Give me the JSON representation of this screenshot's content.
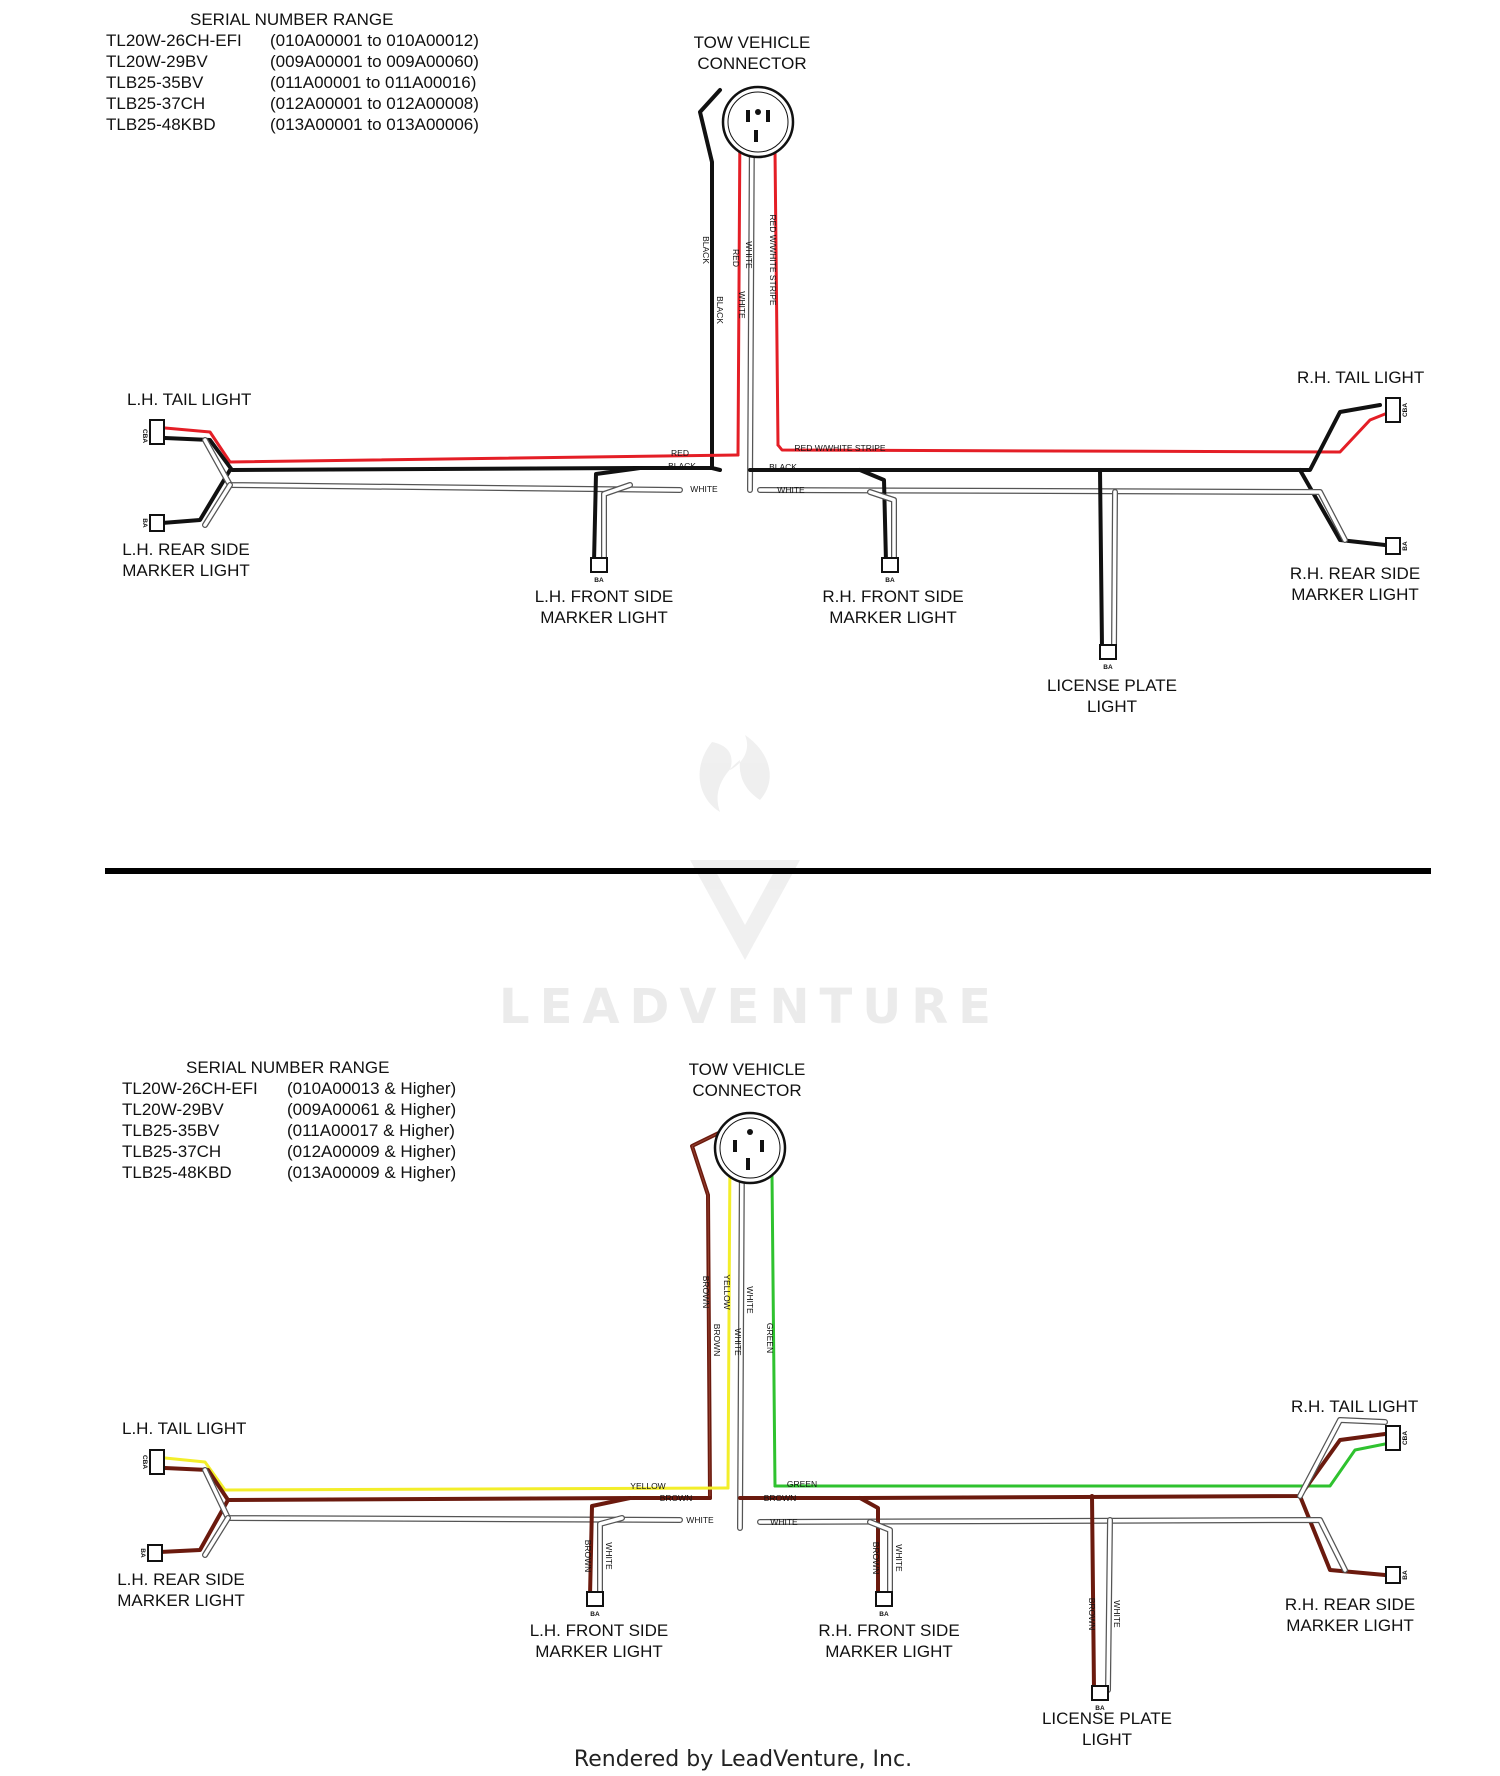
{
  "diagrams": [
    {
      "serial_heading": "SERIAL NUMBER RANGE",
      "serials": [
        {
          "model": "TL20W-26CH-EFI",
          "range": "(010A00001 to 010A00012)"
        },
        {
          "model": "TL20W-29BV",
          "range": "(009A00001 to 009A00060)"
        },
        {
          "model": "TLB25-35BV",
          "range": "(011A00001 to 011A00016)"
        },
        {
          "model": "TLB25-37CH",
          "range": "(012A00001 to 012A00008)"
        },
        {
          "model": "TLB25-48KBD",
          "range": "(013A00001 to 013A00006)"
        }
      ],
      "connector": [
        "TOW VEHICLE",
        "CONNECTOR"
      ],
      "lh_tail": "L.H. TAIL LIGHT",
      "lh_rear": [
        "L.H. REAR SIDE",
        "MARKER LIGHT"
      ],
      "lh_front": [
        "L.H. FRONT SIDE",
        "MARKER LIGHT"
      ],
      "rh_front": [
        "R.H. FRONT SIDE",
        "MARKER LIGHT"
      ],
      "rh_tail": "R.H. TAIL LIGHT",
      "rh_rear": [
        "R.H. REAR SIDE",
        "MARKER LIGHT"
      ],
      "license": [
        "LICENSE PLATE",
        "LIGHT"
      ],
      "wires": {
        "black_v1": "BLACK",
        "black_v2": "BLACK",
        "red_v": "RED",
        "white_v1": "WHITE",
        "white_v2": "WHITE",
        "stripe_v": "RED W/WHITE STRIPE",
        "red_h": "RED",
        "black_h_left": "BLACK",
        "white_h_left": "WHITE",
        "stripe_h": "RED W/WHITE STRIPE",
        "black_h_right": "BLACK",
        "white_h_right": "WHITE"
      },
      "colors": {
        "ground": "#111111",
        "left": "#e41e26",
        "right": "#e41e26",
        "neutral": "#ffffff"
      }
    },
    {
      "serial_heading": "SERIAL NUMBER RANGE",
      "serials": [
        {
          "model": "TL20W-26CH-EFI",
          "range": "(010A00013 & Higher)"
        },
        {
          "model": "TL20W-29BV",
          "range": "(009A00061 & Higher)"
        },
        {
          "model": "TLB25-35BV",
          "range": "(011A00017 & Higher)"
        },
        {
          "model": "TLB25-37CH",
          "range": "(012A00009 & Higher)"
        },
        {
          "model": "TLB25-48KBD",
          "range": "(013A00009 & Higher)"
        }
      ],
      "connector": [
        "TOW VEHICLE",
        "CONNECTOR"
      ],
      "lh_tail": "L.H. TAIL LIGHT",
      "lh_rear": [
        "L.H. REAR SIDE",
        "MARKER LIGHT"
      ],
      "lh_front": [
        "L.H. FRONT SIDE",
        "MARKER LIGHT"
      ],
      "rh_front": [
        "R.H. FRONT SIDE",
        "MARKER LIGHT"
      ],
      "rh_tail": "R.H. TAIL LIGHT",
      "rh_rear": [
        "R.H. REAR SIDE",
        "MARKER LIGHT"
      ],
      "license": [
        "LICENSE PLATE",
        "LIGHT"
      ],
      "wires": {
        "brown_v1": "BROWN",
        "brown_v2": "BROWN",
        "yellow_v": "YELLOW",
        "white_v1": "WHITE",
        "white_v2": "WHITE",
        "green_v": "GREEN",
        "yellow_h": "YELLOW",
        "brown_h_left": "BROWN",
        "white_h_left": "WHITE",
        "green_h": "GREEN",
        "brown_h_right": "BROWN",
        "white_h_right": "WHITE",
        "lhf_brown": "BROWN",
        "lhf_white": "WHITE",
        "rhf_brown": "BROWN",
        "rhf_white": "WHITE",
        "lic_brown": "BROWN",
        "lic_white": "WHITE"
      },
      "colors": {
        "ground": "#6b1a0e",
        "left": "#f3ee2a",
        "right": "#2fc22f",
        "neutral": "#ffffff"
      }
    }
  ],
  "connector_letters": {
    "cba": "CBA",
    "ba": "BA"
  },
  "watermark": "LEADVENTURE",
  "footer": "Rendered by LeadVenture, Inc."
}
